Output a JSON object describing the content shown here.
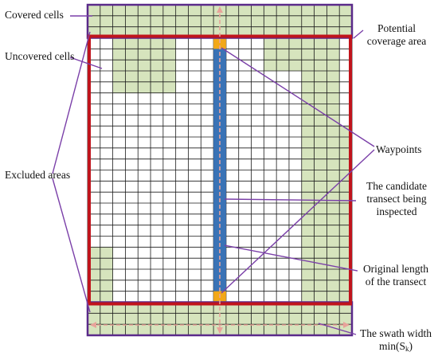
{
  "labels": {
    "covered_cells": "Covered cells",
    "uncovered_cells": "Uncovered cells",
    "excluded_areas": "Excluded areas",
    "potential_coverage_line1": "Potential",
    "potential_coverage_line2": "coverage area",
    "waypoints": "Waypoints",
    "candidate_line1": "The candidate",
    "candidate_line2": "transect being",
    "candidate_line3": "inspected",
    "original_line1": "Original length",
    "original_line2": "of the transect",
    "swath_line1": "The swath width",
    "swath_line2_main": "min(S",
    "swath_line2_sub": "k",
    "swath_line2_end": ")"
  },
  "colors": {
    "covered": "#d6e4bd",
    "grid_line": "#1a1a1a",
    "frame_red": "#c0141c",
    "frame_purple": "#5a2a8a",
    "transect": "#3a73b6",
    "waypoint": "#f2a818",
    "leader_line": "#7a3fa8",
    "arrow": "#e8a39a"
  }
}
